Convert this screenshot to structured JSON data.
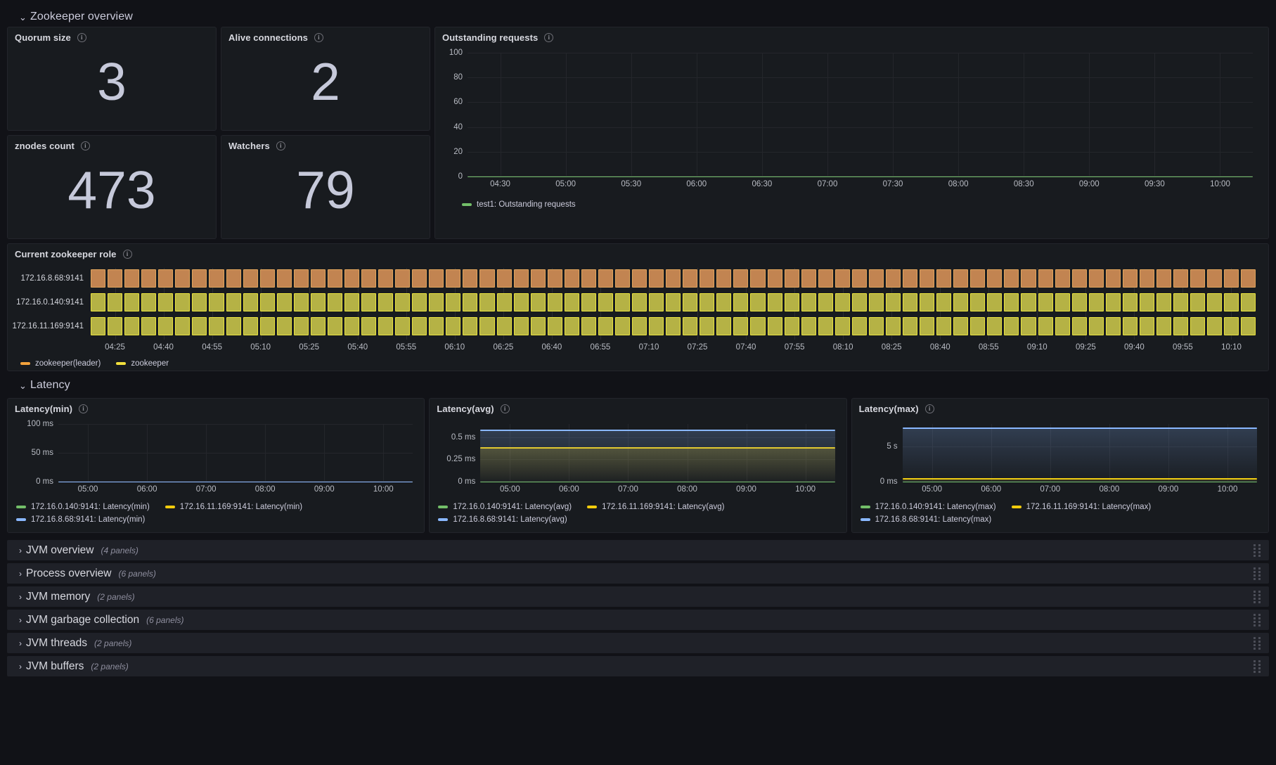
{
  "rows": {
    "zookeeper_overview": {
      "title": "Zookeeper overview",
      "chevron": "⌄"
    },
    "latency": {
      "title": "Latency",
      "chevron": "⌄"
    }
  },
  "stats": [
    {
      "title": "Quorum size",
      "value": "3",
      "info": "i"
    },
    {
      "title": "Alive connections",
      "value": "2",
      "info": "i"
    },
    {
      "title": "znodes count",
      "value": "473",
      "info": "i"
    },
    {
      "title": "Watchers",
      "value": "79",
      "info": "i"
    }
  ],
  "panels": {
    "outstanding": {
      "title": "Outstanding requests",
      "info": "i"
    },
    "role": {
      "title": "Current zookeeper role",
      "info": "i"
    },
    "lat_min": {
      "title": "Latency(min)",
      "info": "i"
    },
    "lat_avg": {
      "title": "Latency(avg)",
      "info": "i"
    },
    "lat_max": {
      "title": "Latency(max)",
      "info": "i"
    }
  },
  "colors": {
    "green": "#73bf69",
    "yellow": "#f2cc0c",
    "blue": "#8ab8ff",
    "orange_bar": "#c28451",
    "orange_border": "#e0a45c",
    "olive_bar": "#b5b245",
    "olive_border": "#e8e23f",
    "legend_orange": "#f2a23c",
    "legend_yellow": "#f2e03c",
    "panel_bg": "#181b1f",
    "page_bg": "#111217",
    "row_bg": "#1f2128",
    "text": "#ccccdc"
  },
  "chart_data": [
    {
      "type": "line",
      "id": "outstanding-requests",
      "title": "Outstanding requests",
      "xlabel": "",
      "ylabel": "",
      "ylim": [
        0,
        100
      ],
      "yticks": [
        "0",
        "20",
        "40",
        "60",
        "80",
        "100"
      ],
      "ytick_values": [
        0,
        20,
        40,
        60,
        80,
        100
      ],
      "xticks": [
        "04:30",
        "05:00",
        "05:30",
        "06:00",
        "06:30",
        "07:00",
        "07:30",
        "08:00",
        "08:30",
        "09:00",
        "09:30",
        "10:00"
      ],
      "grid": true,
      "legend_position": "bottom",
      "series": [
        {
          "name": "test1: Outstanding requests",
          "color": "#73bf69",
          "constant": 0,
          "values": [
            0,
            0,
            0,
            0,
            0,
            0,
            0,
            0,
            0,
            0,
            0,
            0
          ]
        }
      ]
    },
    {
      "type": "heatmap",
      "id": "current-zookeeper-role",
      "title": "Current zookeeper role",
      "rows": [
        "172.16.8.68:9141",
        "172.16.0.140:9141",
        "172.16.11.169:9141"
      ],
      "row_states": [
        "zookeeper(leader)",
        "zookeeper",
        "zookeeper"
      ],
      "cell_count": 69,
      "xticks": [
        "04:25",
        "04:40",
        "04:55",
        "05:10",
        "05:25",
        "05:40",
        "05:55",
        "06:10",
        "06:25",
        "06:40",
        "06:55",
        "07:10",
        "07:25",
        "07:40",
        "07:55",
        "08:10",
        "08:25",
        "08:40",
        "08:55",
        "09:10",
        "09:25",
        "09:40",
        "09:55",
        "10:10"
      ],
      "legend": [
        {
          "label": "zookeeper(leader)",
          "color": "#f2a23c"
        },
        {
          "label": "zookeeper",
          "color": "#f2e03c"
        }
      ],
      "legend_position": "bottom"
    },
    {
      "type": "line",
      "id": "latency-min",
      "title": "Latency(min)",
      "ylim": [
        0,
        100
      ],
      "yunit": "ms",
      "yticks": [
        "0 ms",
        "50 ms",
        "100 ms"
      ],
      "ytick_values": [
        0,
        50,
        100
      ],
      "xticks": [
        "05:00",
        "06:00",
        "07:00",
        "08:00",
        "09:00",
        "10:00"
      ],
      "grid": true,
      "legend_position": "bottom",
      "series": [
        {
          "name": "172.16.0.140:9141: Latency(min)",
          "color": "#73bf69",
          "constant": 0
        },
        {
          "name": "172.16.11.169:9141: Latency(min)",
          "color": "#f2cc0c",
          "constant": 0
        },
        {
          "name": "172.16.8.68:9141: Latency(min)",
          "color": "#8ab8ff",
          "constant": 0
        }
      ]
    },
    {
      "type": "area",
      "id": "latency-avg",
      "title": "Latency(avg)",
      "ylim": [
        0,
        0.65
      ],
      "yunit": "ms",
      "yticks": [
        "0 ms",
        "0.25 ms",
        "0.5 ms"
      ],
      "ytick_values": [
        0,
        0.25,
        0.5
      ],
      "xticks": [
        "05:00",
        "06:00",
        "07:00",
        "08:00",
        "09:00",
        "10:00"
      ],
      "grid": true,
      "legend_position": "bottom",
      "series": [
        {
          "name": "172.16.0.140:9141: Latency(avg)",
          "color": "#73bf69",
          "constant": 0.0
        },
        {
          "name": "172.16.11.169:9141: Latency(avg)",
          "color": "#f2cc0c",
          "constant": 0.38
        },
        {
          "name": "172.16.8.68:9141: Latency(avg)",
          "color": "#8ab8ff",
          "constant": 0.58
        }
      ]
    },
    {
      "type": "area",
      "id": "latency-max",
      "title": "Latency(max)",
      "ylim": [
        0,
        8.2
      ],
      "yunit": "s",
      "yticks": [
        "0 ms",
        "5 s"
      ],
      "ytick_values": [
        0,
        5
      ],
      "xticks": [
        "05:00",
        "06:00",
        "07:00",
        "08:00",
        "09:00",
        "10:00"
      ],
      "grid": true,
      "legend_position": "bottom",
      "series": [
        {
          "name": "172.16.0.140:9141: Latency(max)",
          "color": "#73bf69",
          "constant": 0.0
        },
        {
          "name": "172.16.11.169:9141: Latency(max)",
          "color": "#f2cc0c",
          "constant": 0.42
        },
        {
          "name": "172.16.8.68:9141: Latency(max)",
          "color": "#8ab8ff",
          "constant": 7.6
        }
      ]
    }
  ],
  "collapsed_rows": [
    {
      "title": "JVM overview",
      "count": "(4 panels)",
      "chevron": "›"
    },
    {
      "title": "Process overview",
      "count": "(6 panels)",
      "chevron": "›"
    },
    {
      "title": "JVM memory",
      "count": "(2 panels)",
      "chevron": "›"
    },
    {
      "title": "JVM garbage collection",
      "count": "(6 panels)",
      "chevron": "›"
    },
    {
      "title": "JVM threads",
      "count": "(2 panels)",
      "chevron": "›"
    },
    {
      "title": "JVM buffers",
      "count": "(2 panels)",
      "chevron": "›"
    }
  ]
}
